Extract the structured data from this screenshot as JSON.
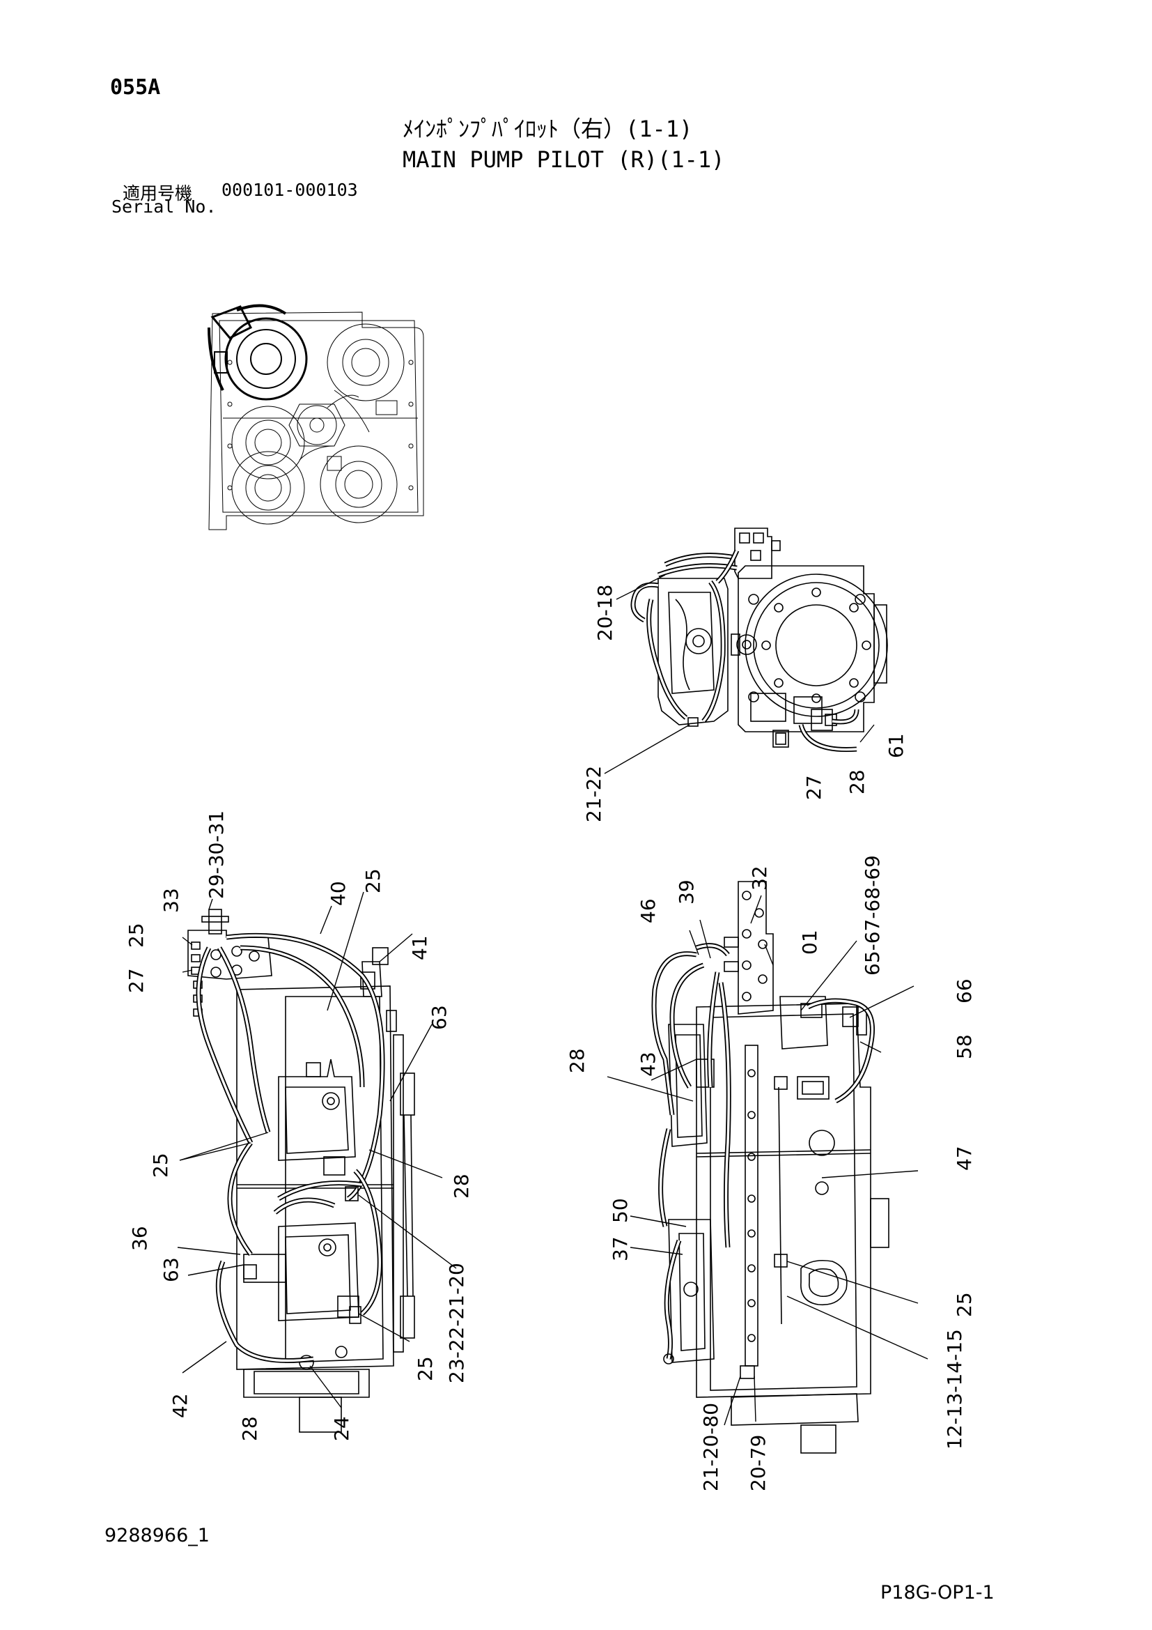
{
  "header": {
    "section_code": "055A",
    "title_jp": "ﾒｲﾝﾎﾟﾝﾌﾟﾊﾟｲﾛｯﾄ（右）(1-1)",
    "title_en": "MAIN PUMP PILOT (R)(1-1)",
    "serial_label_jp": "適用号機",
    "serial_label_en": "Serial No.",
    "serial_range": "000101-000103"
  },
  "footer": {
    "doc_number": "9288966_1",
    "page_code": "P18G-OP1-1"
  },
  "callouts": {
    "top": [
      "20-18",
      "21-22",
      "27",
      "28",
      "61"
    ],
    "left": [
      "29-30-31",
      "33",
      "25",
      "27",
      "40",
      "25",
      "41",
      "63",
      "25",
      "28",
      "36",
      "63",
      "23-22-21-20",
      "42",
      "28",
      "24",
      "25"
    ],
    "right": [
      "46",
      "39",
      "32",
      "01",
      "65-67-68-69",
      "66",
      "58",
      "43",
      "28",
      "47",
      "50",
      "37",
      "25",
      "12-13-14-15",
      "21-20-80",
      "20-79"
    ]
  }
}
